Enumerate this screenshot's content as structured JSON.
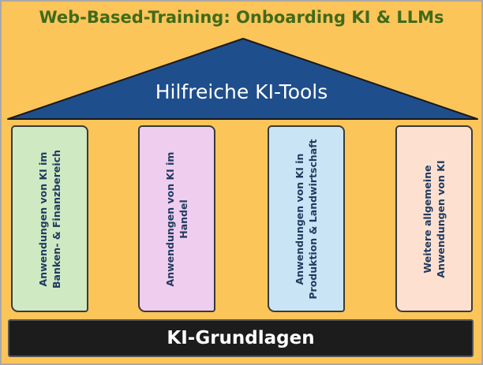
{
  "title": "Web-Based-Training: Onboarding KI & LLMs",
  "roof": {
    "label": "Hilfreiche KI-Tools",
    "color": "#1f4e8c"
  },
  "pillars": [
    {
      "line1": "Anwendungen von KI im",
      "line2": "Banken- & Finanzbereich",
      "color": "#cfe9c3"
    },
    {
      "line1": "Anwendungen von KI im",
      "line2": "Handel",
      "color": "#efcdee"
    },
    {
      "line1": "Anwendungen von KI in",
      "line2": "Produktion & Landwirtschaft",
      "color": "#c9e4f4"
    },
    {
      "line1": "Weitere allgemeine",
      "line2": "Anwendungen von KI",
      "color": "#fde0d0"
    }
  ],
  "base": {
    "label": "KI-Grundlagen"
  },
  "colors": {
    "background": "#fcc55a",
    "title": "#3f6b1a",
    "roof": "#1f4e8c",
    "base": "#1c1c1c",
    "pillar_text": "#1f3a5f"
  }
}
